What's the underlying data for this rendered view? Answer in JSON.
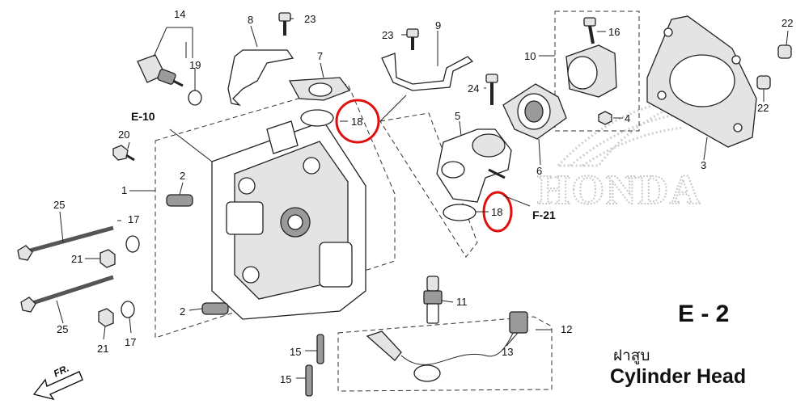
{
  "diagram": {
    "page_code": "E - 2",
    "title_thai": "ฝาสูบ",
    "title_english": "Cylinder Head",
    "brand_watermark": "HONDA",
    "front_label": "FR.",
    "ref_labels": [
      "E-10",
      "F-21"
    ],
    "highlight_color": "#e01010",
    "part_numbers": {
      "p1": "1",
      "p2a": "2",
      "p2b": "2",
      "p3": "3",
      "p4": "4",
      "p5": "5",
      "p6": "6",
      "p7": "7",
      "p8": "8",
      "p9": "9",
      "p10": "10",
      "p11": "11",
      "p12": "12",
      "p13": "13",
      "p14": "14",
      "p15a": "15",
      "p15b": "15",
      "p16": "16",
      "p17a": "17",
      "p17b": "17",
      "p18a": "18",
      "p18b": "18",
      "p19": "19",
      "p20": "20",
      "p21a": "21",
      "p21b": "21",
      "p22a": "22",
      "p22b": "22",
      "p23a": "23",
      "p23b": "23",
      "p24": "24",
      "p25a": "25",
      "p25b": "25"
    }
  }
}
